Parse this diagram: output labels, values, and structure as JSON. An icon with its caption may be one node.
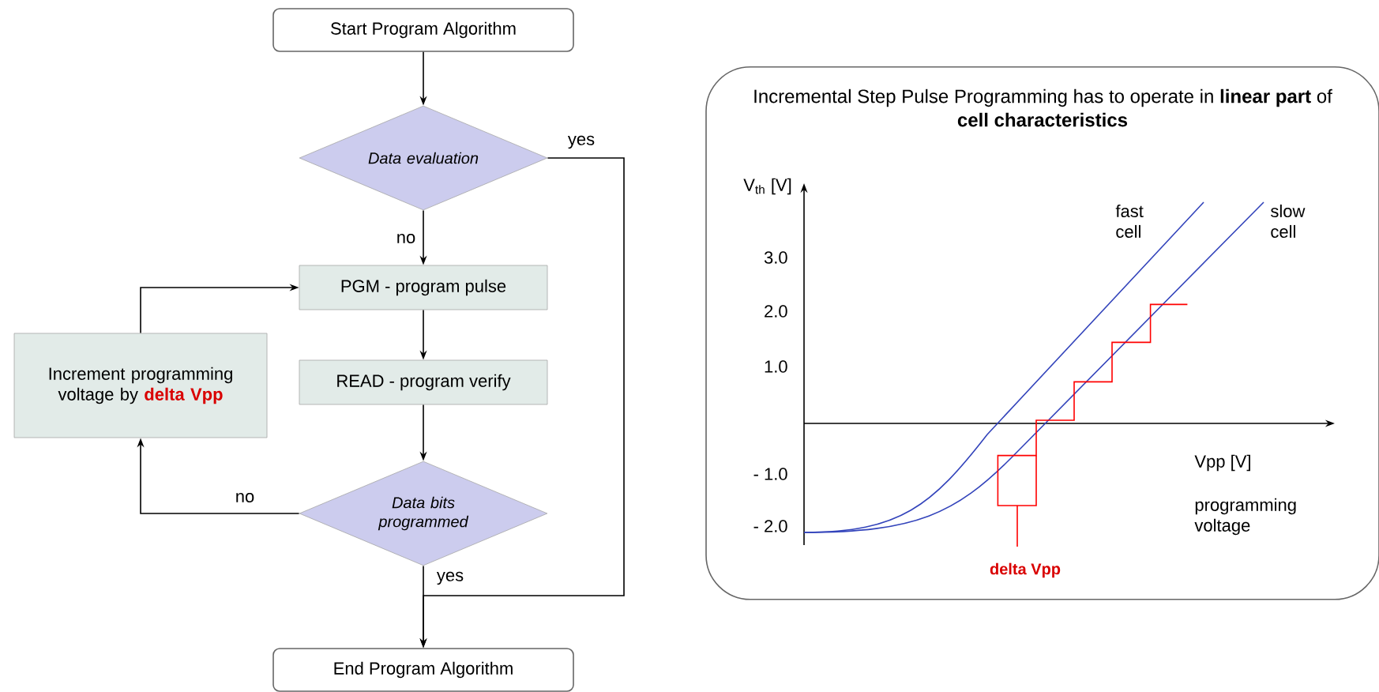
{
  "diagram": {
    "nodes": [
      {
        "text": [
          "Start Program Algorithm"
        ]
      },
      {
        "text": [
          "Data evaluation"
        ]
      },
      {
        "text": [
          "PGM - program pulse"
        ]
      },
      {
        "text": [
          "READ - program verify"
        ]
      },
      {
        "text": [
          "Data bits programmed"
        ]
      },
      {
        "text": [
          "Increment programming voltage by **delta Vpp**"
        ]
      },
      {
        "text": [
          "End Program Algorithm"
        ]
      },
      {
        "text": [
          "Incremental Step Pulse Programming has to operate in **linear part** of **cell characteristics**"
        ]
      }
    ],
    "edges": [
      {
        "from": 0,
        "to": 1,
        "arrow": "to"
      },
      {
        "from": 1,
        "to": 2,
        "arrow": "to",
        "label": "no"
      },
      {
        "from": 2,
        "to": 3,
        "arrow": "to"
      },
      {
        "from": 3,
        "to": 4,
        "arrow": "to"
      },
      {
        "from": 4,
        "to": 5,
        "arrow": "to",
        "label": "no"
      },
      {
        "from": 5,
        "to": 2,
        "arrow": "to"
      },
      {
        "from": 4,
        "to": 6,
        "arrow": "to",
        "label": "yes"
      },
      {
        "from": 1,
        "to": 6,
        "arrow": "to",
        "label": "yes"
      }
    ],
    "labels": [
      "V$_{th}$ [V]",
      "fast cell",
      "slow cell",
      "3.0",
      "2.0",
      "1.0",
      "- 1.0",
      "- 2.0",
      "Vpp [V]",
      "programming voltage",
      "delta Vpp"
    ]
  }
}
